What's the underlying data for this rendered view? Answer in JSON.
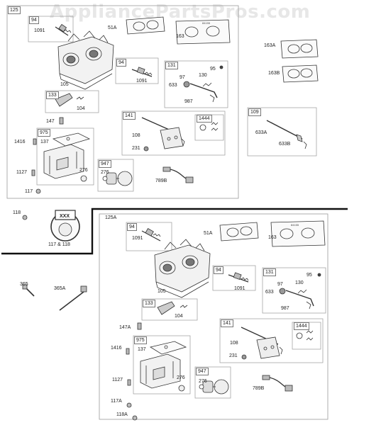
{
  "watermark": "AppliancePartsPros.com",
  "upper": {
    "main_tag": "125",
    "groups": {
      "g94": "94",
      "g133": "133",
      "g975": "975",
      "g131": "131",
      "g141": "141",
      "g1444": "1444",
      "g947": "947",
      "g109": "109"
    },
    "labels": {
      "p1091": "1091",
      "p51A": "51A",
      "p163": "163",
      "p105": "105",
      "p1091b": "1091",
      "p97": "97",
      "p95": "95",
      "p130": "130",
      "p633": "633",
      "p987": "987",
      "p104": "104",
      "p147": "147",
      "p1416": "1416",
      "p137": "137",
      "p108": "108",
      "p231": "231",
      "p276": "276",
      "p1127": "1127",
      "p117": "117",
      "p276b": "276",
      "p789B": "789B"
    },
    "gasket_text": "84155"
  },
  "side": {
    "p163A": "163A",
    "p163B": "163B",
    "p633A": "633A",
    "p633B": "633B"
  },
  "lower_left": {
    "p118": "118",
    "p117and118": "117 & 118",
    "stamp": "XXX",
    "p365": "365",
    "p365A": "365A"
  },
  "lower": {
    "main_tag": "125A",
    "groups": {
      "g94": "94",
      "g94b": "94",
      "g131": "131",
      "g133": "133",
      "g141": "141",
      "g1444": "1444",
      "g975": "975",
      "g947": "947"
    },
    "labels": {
      "p1091": "1091",
      "p51A": "51A",
      "p163": "163",
      "p105": "105",
      "p1091b": "1091",
      "p95": "95",
      "p97": "97",
      "p130": "130",
      "p633": "633",
      "p987": "987",
      "p104": "104",
      "p147A": "147A",
      "p108": "108",
      "p231": "231",
      "p1416": "1416",
      "p137": "137",
      "p1127": "1127",
      "p276": "276",
      "p276b": "276",
      "p789B": "789B",
      "p117A": "117A",
      "p118A": "118A"
    },
    "gasket_text": "84155"
  }
}
